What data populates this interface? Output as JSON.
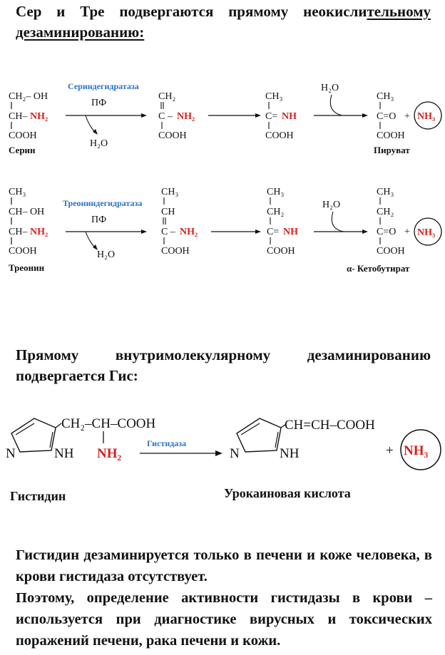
{
  "heading1": {
    "part_a": "Сер и Тре подвергаются прямому неокисли",
    "part_b": "тельному дезаминированию:"
  },
  "serine_scheme": {
    "enzyme": "Сериндегидратаза",
    "cofactor": "ПФ",
    "water_out": "H₂O",
    "water_in": "H₂O",
    "substrate_label": "Серин",
    "product_label": "Пируват",
    "nh2": "NH₂",
    "nh": "NH",
    "nh3": "NH₃",
    "cooh": "COOH",
    "ch2oh_a": "CH₂– OH",
    "ch": "CH–",
    "ch2": "CH₂",
    "ch3": "CH₃",
    "c_dash": "C –",
    "c_eq": "C=",
    "c_eq_o": "C=O",
    "plus": "+"
  },
  "threonine_scheme": {
    "enzyme": "Треониндегидратаза",
    "cofactor": "ПФ",
    "water_out": "H₂O",
    "water_in": "H₂O",
    "substrate_label": "Треонин",
    "product_label": "α- Кетобутират",
    "ch3": "CH₃",
    "choh": "CH– OH",
    "ch": "CH–",
    "ch_plain": "CH",
    "ch2": "CH₂",
    "nh2": "NH₂",
    "nh": "NH",
    "nh3": "NH₃",
    "cooh": "COOH",
    "c_dash": "C –",
    "c_eq": "C=",
    "c_eq_o": "C=O",
    "plus": "+"
  },
  "heading2": "Прямому внутримолекулярному дезаминированию подвергается Гис:",
  "histidine_scheme": {
    "enzyme": "Гистидаза",
    "side_chain": "CH₂–CH–COOH",
    "nh2": "NH₂",
    "n": "N",
    "nh": "NH",
    "product_chain": "CH=CH–COOH",
    "plus": "+",
    "nh3": "NH₃",
    "substrate_label": "Гистидин",
    "product_label": "Урокаиновая кислота"
  },
  "paragraph": {
    "line1": "Гистидин дезаминируется только в печени и коже человека, в крови гистидаза отсутствует.",
    "line2": "Поэтому, определение активности гистидазы в крови – используется при диагностике вирусных и токсических поражений печени, рака печени и кожи."
  },
  "colors": {
    "accent_red": "#d42020",
    "enzyme_blue": "#2a6fc9",
    "text": "#111111"
  }
}
